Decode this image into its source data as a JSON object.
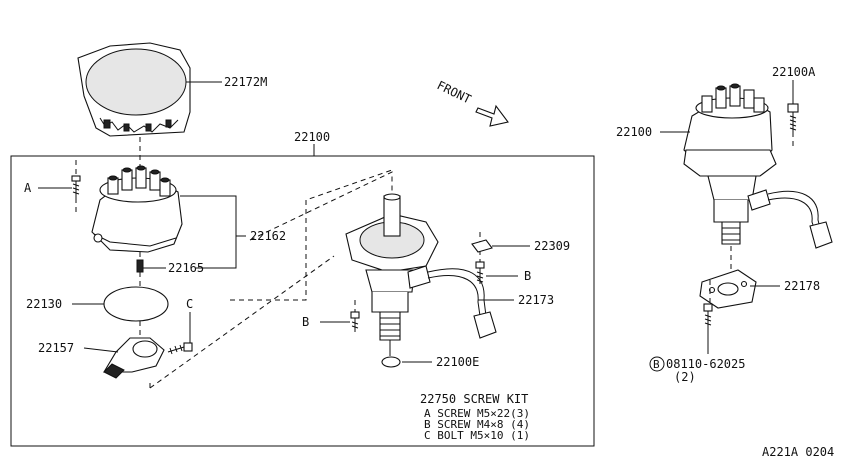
{
  "labels": {
    "cap_cover": "22172M",
    "assembly_main": "22100",
    "cap": "22162",
    "carbon_point": "22165",
    "seal": "22130",
    "rotor": "22157",
    "clamp": "22309",
    "harness": "22173",
    "oring": "22100E",
    "assembly_right": "22100",
    "assembly_right_a": "22100A",
    "gasket": "22178",
    "bolt_part": "08110-62025",
    "bolt_qty": "(2)",
    "bolt_b": "B",
    "callout_a": "A",
    "callout_b1": "B",
    "callout_b2": "B",
    "callout_c": "C",
    "front": "FRONT",
    "figure_code": "A221A 0204"
  },
  "screw_kit": {
    "title": "22750 SCREW KIT",
    "items": [
      "A SCREW M5×22(3)",
      "B SCREW M4×8 (4)",
      "C BOLT   M5×10 (1)"
    ]
  }
}
